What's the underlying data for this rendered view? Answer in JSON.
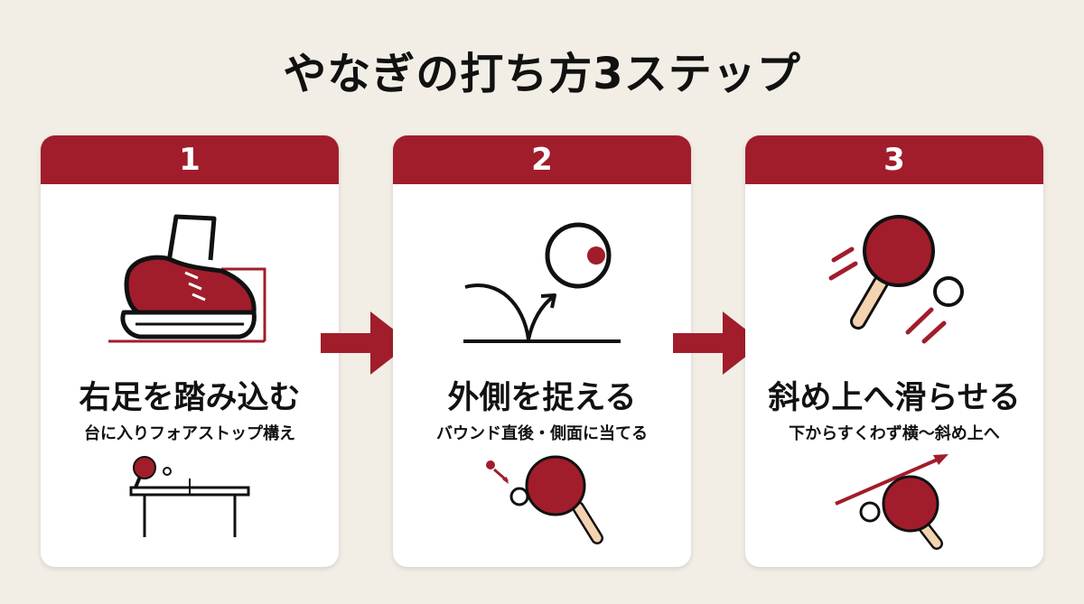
{
  "title": "やなぎの打ち方3ステップ",
  "colors": {
    "accent": "#a11d2b",
    "background": "#f2eee6",
    "card": "#ffffff",
    "text": "#111111"
  },
  "steps": [
    {
      "number": "1",
      "title": "右足を踏み込む",
      "subtitle": "台に入りフォアストップ構え",
      "icons": [
        "sneaker-icon",
        "ping-pong-table-icon"
      ]
    },
    {
      "number": "2",
      "title": "外側を捉える",
      "subtitle": "バウンド直後・側面に当てる",
      "icons": [
        "bouncing-ball-icon",
        "paddle-hit-ball-icon"
      ]
    },
    {
      "number": "3",
      "title": "斜め上へ滑らせる",
      "subtitle": "下からすくわず横〜斜め上へ",
      "icons": [
        "swinging-paddle-icon",
        "paddle-upward-swing-icon"
      ]
    }
  ]
}
